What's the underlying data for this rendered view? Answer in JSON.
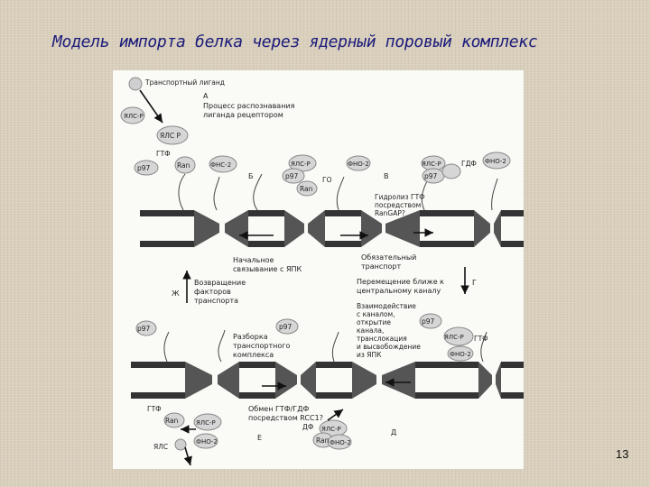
{
  "slide": {
    "title": "Модель импорта белка через ядерный поровый комплекс",
    "page_number": "13"
  },
  "diagram": {
    "top_labels": {
      "ligand": "Транспортный лиганд",
      "step_a": "А",
      "recognition_1": "Процесс распознавания",
      "recognition_2": "лиганда рецептором",
      "gtf_1": "ГТФ",
      "gtf_2": "ГТФ",
      "gdf_1": "ГДФ",
      "step_b": "Б",
      "step_v": "В",
      "go": "ГО",
      "hydrolysis_1": "Гидролиз ГТФ",
      "hydrolysis_2": "посредством",
      "hydrolysis_3": "RanGAP?"
    },
    "middle_labels": {
      "initial_1": "Начальное",
      "initial_2": "связывание с ЯПК",
      "mandatory_1": "Обязательный",
      "mandatory_2": "транспорт",
      "return_1": "Возвращение",
      "return_2": "факторов",
      "return_3": "транспорта",
      "step_zh": "Ж",
      "move_1": "Перемещение ближе к",
      "move_2": "центральному каналу",
      "step_g": "Г",
      "interact_1": "Взаимодействие",
      "interact_2": "с каналом,",
      "interact_3": "открытие",
      "interact_4": "канала,",
      "interact_5": "транслокация",
      "interact_6": "и высвобождение",
      "interact_7": "из ЯПК",
      "disassembly_1": "Разборка",
      "disassembly_2": "транспортного",
      "disassembly_3": "комплекса",
      "gtf_gdf": "ГТФ"
    },
    "bottom_labels": {
      "gtf_bottom": "ГТФ",
      "exchange_1": "Обмен ГТФ/ГДФ",
      "exchange_2": "посредством RCC1?",
      "step_e": "Е",
      "step_d": "Д",
      "yals": "ЯЛС",
      "df": "ДФ"
    },
    "protein_labels": {
      "yals_r": "ЯЛС-Р",
      "yals_r_ligand": "ЯЛС Р",
      "p97": "p97",
      "ran": "Ran",
      "fno2": "ФНО-2",
      "fno2_top": "ФНС-2"
    }
  }
}
